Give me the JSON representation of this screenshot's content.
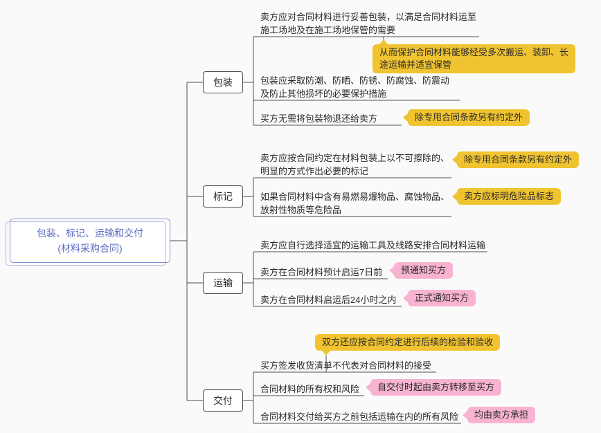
{
  "colors": {
    "background": "#fafafa",
    "line": "#4d4d4d",
    "callout_yellow": "#f0c330",
    "callout_pink": "#f8b3d1",
    "root_accent": "#5a6abf"
  },
  "root": {
    "title": "包装、标记、运输和交付",
    "subtitle": "(材料采购合同)"
  },
  "branches": [
    {
      "label": "包装",
      "items": [
        {
          "text": "卖方应对合同材料进行妥善包装，以满足合同材料运至\n施工场地及在施工场地保管的需要",
          "callout": {
            "text": "从而保护合同材料能够经受多次搬运、装卸、长\n途运输并适宜保管",
            "color": "yellow"
          }
        },
        {
          "text": "包装应采取防潮、防晒、防锈、防腐蚀、防震动\n及防止其他损坏的必要保护措施"
        },
        {
          "text": "买方无需将包装物退还给卖方",
          "callout": {
            "text": "除专用合同条款另有约定外",
            "color": "yellow"
          }
        }
      ]
    },
    {
      "label": "标记",
      "items": [
        {
          "text": "卖方应按合同约定在材料包装上以不可擦除的、\n明显的方式作出必要的标记",
          "callout": {
            "text": "除专用合同条款另有约定外",
            "color": "yellow"
          }
        },
        {
          "text": "如果合同材料中含有易燃易爆物品、腐蚀物品、\n放射性物质等危险品",
          "callout": {
            "text": "卖方应标明危险品标志",
            "color": "yellow"
          }
        }
      ]
    },
    {
      "label": "运输",
      "items": [
        {
          "text": "卖方应自行选择适宜的运输工具及线路安排合同材料运输"
        },
        {
          "text": "卖方在合同材料预计启运7日前",
          "callout": {
            "text": "预通知买方",
            "color": "pink"
          }
        },
        {
          "text": "卖方在合同材料启运后24小时之内",
          "callout": {
            "text": "正式通知买方",
            "color": "pink"
          }
        }
      ]
    },
    {
      "label": "交付",
      "items": [
        {
          "text": "买方签发收货清单不代表对合同材料的接受",
          "callout": {
            "text": "双方还应按合同约定进行后续的检验和验收",
            "color": "yellow"
          }
        },
        {
          "text": "合同材料的所有权和风险",
          "callout": {
            "text": "自交付时起由卖方转移至买方",
            "color": "pink"
          }
        },
        {
          "text": "合同材料交付给买方之前包括运输在内的所有风险",
          "callout": {
            "text": "均由卖方承担",
            "color": "pink"
          }
        }
      ]
    }
  ]
}
